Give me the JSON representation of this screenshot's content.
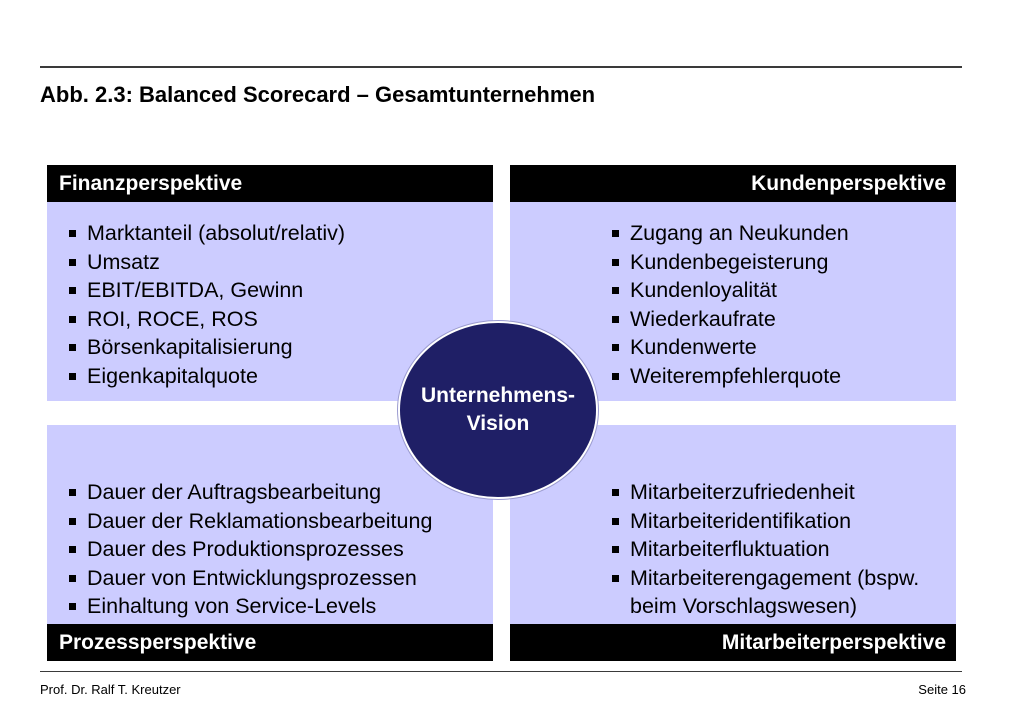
{
  "title": "Abb. 2.3: Balanced Scorecard – Gesamtunternehmen",
  "quadrants": {
    "finanz": {
      "label": "Finanzperspektive",
      "items": [
        "Marktanteil (absolut/relativ)",
        "Umsatz",
        "EBIT/EBITDA, Gewinn",
        "ROI, ROCE, ROS",
        "Börsenkapitalisierung",
        "Eigenkapitalquote"
      ]
    },
    "kunden": {
      "label": "Kundenperspektive",
      "items": [
        "Zugang an Neukunden",
        "Kundenbegeisterung",
        "Kundenloyalität",
        "Wiederkaufrate",
        "Kundenwerte",
        "Weiterempfehlerquote"
      ]
    },
    "prozess": {
      "label": "Prozessperspektive",
      "items": [
        "Dauer der Auftragsbearbeitung",
        "Dauer der Reklamationsbearbeitung",
        "Dauer des Produktionsprozesses",
        "Dauer von Entwicklungsprozessen",
        "Einhaltung von Service-Levels"
      ]
    },
    "mitarbeiter": {
      "label": "Mitarbeiterperspektive",
      "items": [
        "Mitarbeiterzufriedenheit",
        "Mitarbeiteridentifikation",
        "Mitarbeiterfluktuation",
        "Mitarbeiterengagement (bspw.",
        "beim Vorschlagswesen)"
      ]
    }
  },
  "vision": {
    "line1": "Unternehmens-",
    "line2": "Vision"
  },
  "footer": {
    "author": "Prof. Dr. Ralf T. Kreutzer",
    "page": "Seite 16"
  },
  "colors": {
    "quadrant_fill": "#ccccff",
    "header_bar": "#000000",
    "vision_circle": "#1f1f66"
  }
}
